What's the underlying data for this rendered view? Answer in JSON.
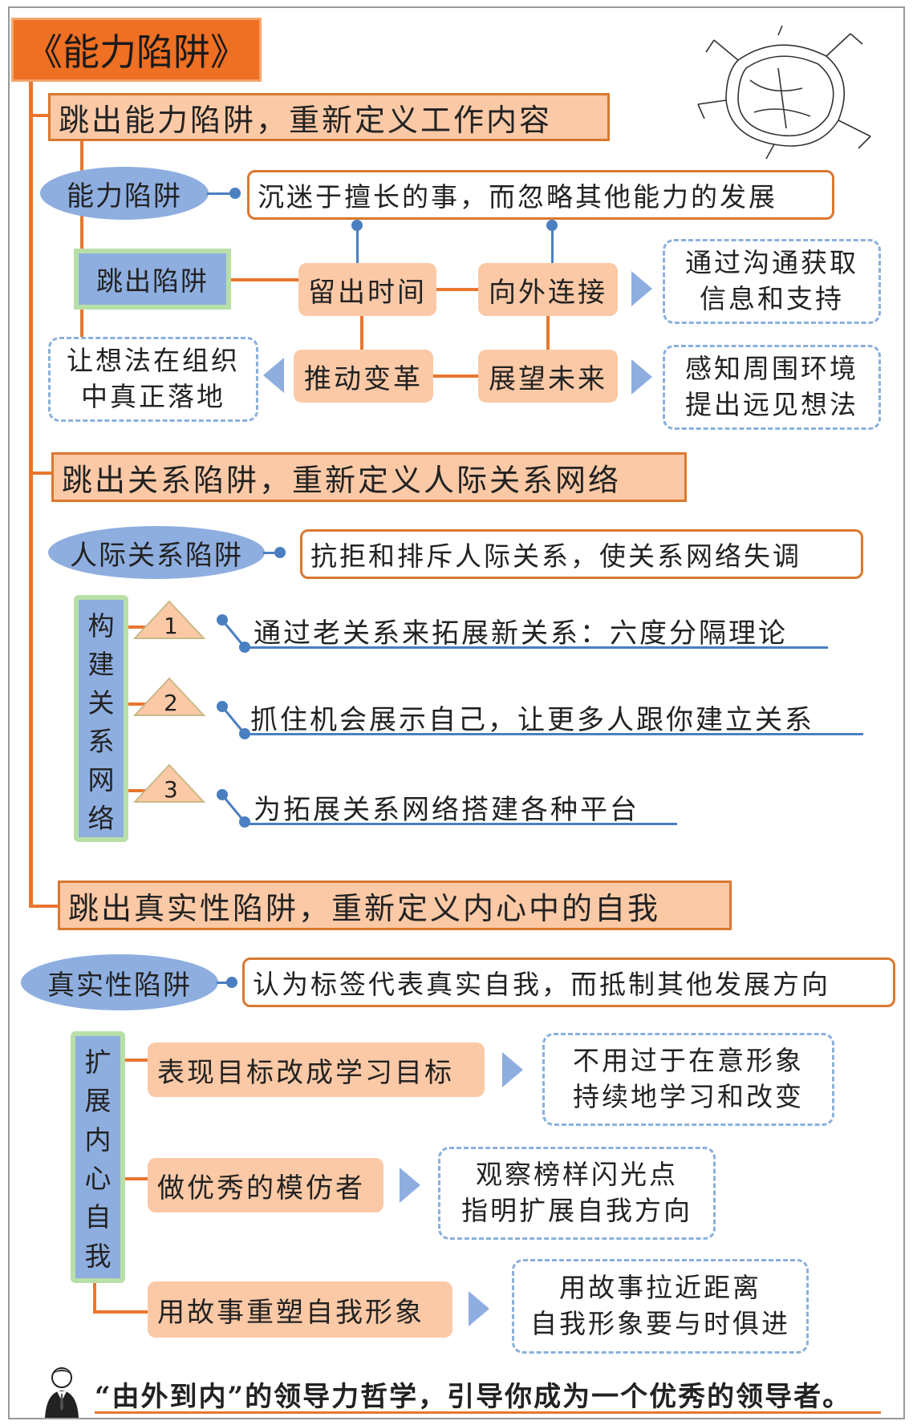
{
  "title": "《能力陷阱》",
  "colors": {
    "accent_orange": "#ef6f23",
    "peach": "#fbc9a6",
    "blue": "#8eaee0",
    "line_blue": "#4a7fc1",
    "green_border": "#b8dfa8"
  },
  "section1": {
    "heading": "跳出能力陷阱，重新定义工作内容",
    "trap_label": "能力陷阱",
    "trap_def": "沉迷于擅长的事，而忽略其他能力的发展",
    "escape_label": "跳出陷阱",
    "steps": [
      "留出时间",
      "向外连接",
      "推动变革",
      "展望未来"
    ],
    "notes": {
      "connect": [
        "通过沟通获取",
        "信息和支持"
      ],
      "reform": [
        "让想法在组织",
        "中真正落地"
      ],
      "future": [
        "感知周围环境",
        "提出远见想法"
      ]
    }
  },
  "section2": {
    "heading": "跳出关系陷阱，重新定义人际关系网络",
    "trap_label": "人际关系陷阱",
    "trap_def": "抗拒和排斥人际关系，使关系网络失调",
    "build_label": [
      "构",
      "建",
      "关",
      "系",
      "网",
      "络"
    ],
    "items": [
      {
        "num": "1",
        "text": "通过老关系来拓展新关系：六度分隔理论"
      },
      {
        "num": "2",
        "text": "抓住机会展示自己，让更多人跟你建立关系"
      },
      {
        "num": "3",
        "text": "为拓展关系网络搭建各种平台"
      }
    ]
  },
  "section3": {
    "heading": "跳出真实性陷阱，重新定义内心中的自我",
    "trap_label": "真实性陷阱",
    "trap_def": "认为标签代表真实自我，而抵制其他发展方向",
    "expand_label": [
      "扩",
      "展",
      "内",
      "心",
      "自",
      "我"
    ],
    "methods": [
      {
        "label": "表现目标改成学习目标",
        "note": [
          "不用过于在意形象",
          "持续地学习和改变"
        ]
      },
      {
        "label": "做优秀的模仿者",
        "note": [
          "观察榜样闪光点",
          "指明扩展自我方向"
        ]
      },
      {
        "label": "用故事重塑自我形象",
        "note": [
          "用故事拉近距离",
          "自我形象要与时俱进"
        ]
      }
    ]
  },
  "footer": "“由外到内”的领导力哲学，引导你成为一个优秀的领导者。",
  "icons": {
    "decoration": "cracked-hole-icon",
    "person": "businessman-icon"
  }
}
